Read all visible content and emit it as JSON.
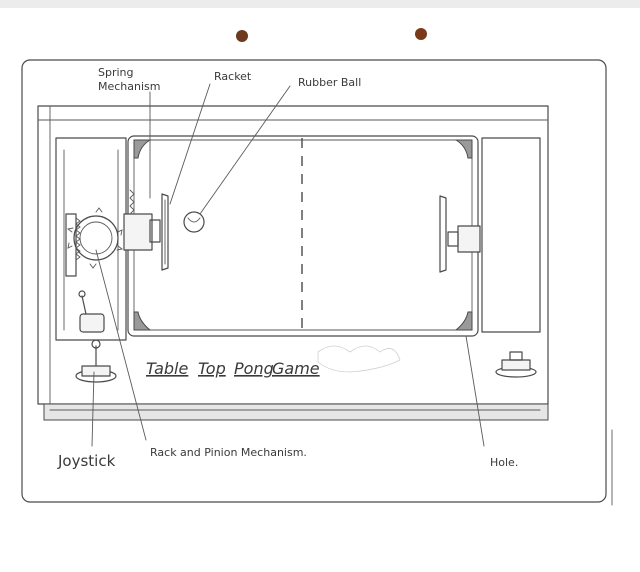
{
  "title": {
    "word1": "Table",
    "word2": "Top",
    "word3": "Pong",
    "word4": "Game"
  },
  "labels": {
    "spring_line1": "Spring",
    "spring_line2": "Mechanism",
    "racket": "Racket",
    "rubber_ball": "Rubber Ball",
    "joystick": "Joystick",
    "rack_pinion": "Rack and Pinion Mechanism.",
    "hole": "Hole."
  },
  "colors": {
    "paper": "#ffffff",
    "ink": "#4a4a4a",
    "punch_hole": "#7a3a1a"
  }
}
